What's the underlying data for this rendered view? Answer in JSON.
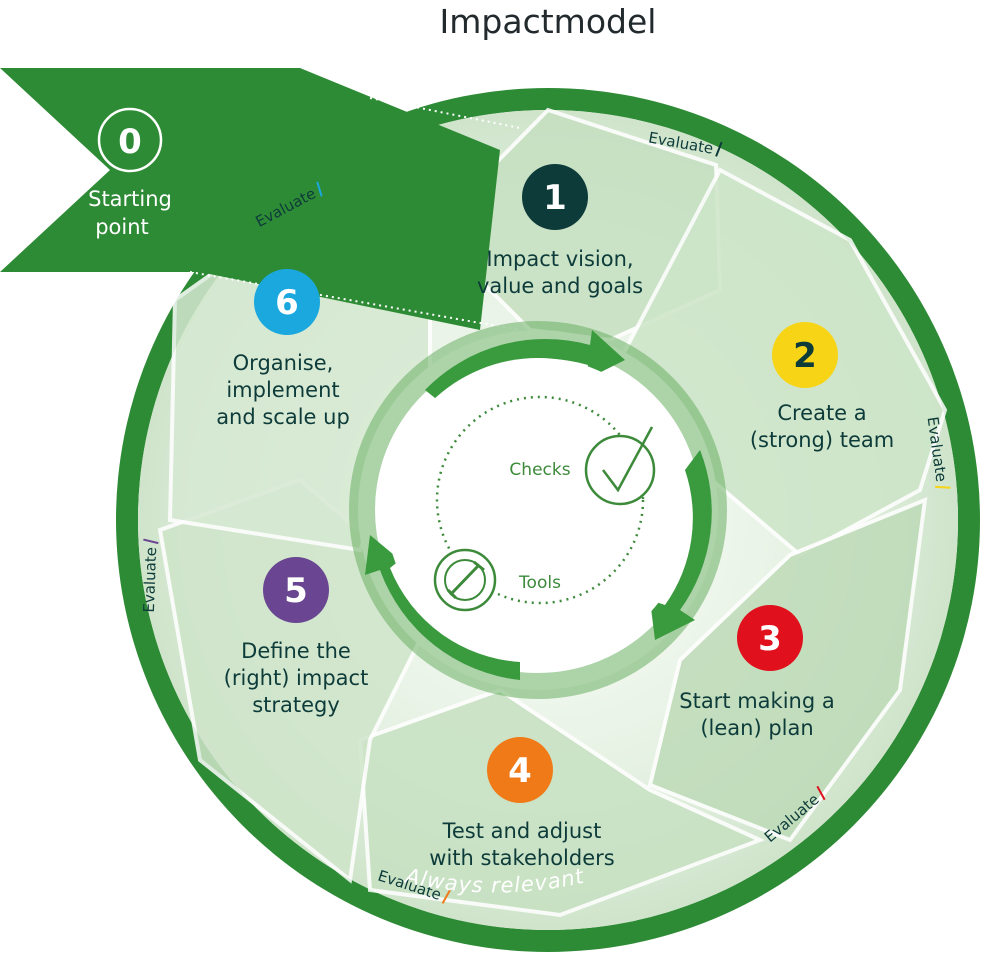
{
  "title": "Impactmodel",
  "ring_label": "Always relevant",
  "start": {
    "number": "0",
    "line1": "Starting",
    "line2": "point"
  },
  "evaluate_label": "Evaluate",
  "center": {
    "checks": "Checks",
    "tools": "Tools"
  },
  "colors": {
    "dark_green": "#2e8b35",
    "mid_green": "#3a9a3e",
    "light_green": "#d3e8d0",
    "navy": "#0d3b3a",
    "yellow": "#f7d416",
    "red": "#e0101c",
    "orange": "#f07a18",
    "purple": "#6a4591",
    "blue": "#1aa8df"
  },
  "steps": [
    {
      "number": "1",
      "lines": [
        "Impact vision,",
        "value and goals"
      ],
      "color": "#0d3b3a",
      "num_color": "#ffffff",
      "eval_tick": "#0d3b3a"
    },
    {
      "number": "2",
      "lines": [
        "Create a",
        "(strong) team"
      ],
      "color": "#f7d416",
      "num_color": "#0d3b3a",
      "eval_tick": "#f7d416"
    },
    {
      "number": "3",
      "lines": [
        "Start making a",
        "(lean) plan"
      ],
      "color": "#e0101c",
      "num_color": "#ffffff",
      "eval_tick": "#e0101c"
    },
    {
      "number": "4",
      "lines": [
        "Test and adjust",
        "with stakeholders"
      ],
      "color": "#f07a18",
      "num_color": "#ffffff",
      "eval_tick": "#f07a18"
    },
    {
      "number": "5",
      "lines": [
        "Define the",
        "(right) impact",
        "strategy"
      ],
      "color": "#6a4591",
      "num_color": "#ffffff",
      "eval_tick": "#6a4591"
    },
    {
      "number": "6",
      "lines": [
        "Organise,",
        "implement",
        "and scale up"
      ],
      "color": "#1aa8df",
      "num_color": "#ffffff",
      "eval_tick": "#1aa8df"
    }
  ]
}
